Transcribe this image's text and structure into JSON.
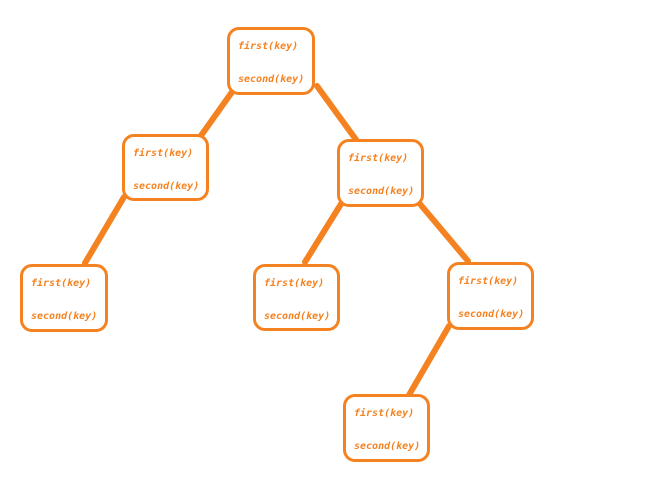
{
  "diagram": {
    "colors": {
      "accent": "#f58220",
      "background": "#ffffff"
    },
    "nodes": [
      {
        "id": "root",
        "first": "first(key)",
        "second": "second(key)"
      },
      {
        "id": "l",
        "first": "first(key)",
        "second": "second(key)"
      },
      {
        "id": "r",
        "first": "first(key)",
        "second": "second(key)"
      },
      {
        "id": "ll",
        "first": "first(key)",
        "second": "second(key)"
      },
      {
        "id": "rl",
        "first": "first(key)",
        "second": "second(key)"
      },
      {
        "id": "rr",
        "first": "first(key)",
        "second": "second(key)"
      },
      {
        "id": "rrl",
        "first": "first(key)",
        "second": "second(key)"
      }
    ],
    "edges": [
      {
        "from": "root",
        "to": "l"
      },
      {
        "from": "root",
        "to": "r"
      },
      {
        "from": "l",
        "to": "ll"
      },
      {
        "from": "r",
        "to": "rl"
      },
      {
        "from": "r",
        "to": "rr"
      },
      {
        "from": "rr",
        "to": "rrl"
      }
    ]
  }
}
